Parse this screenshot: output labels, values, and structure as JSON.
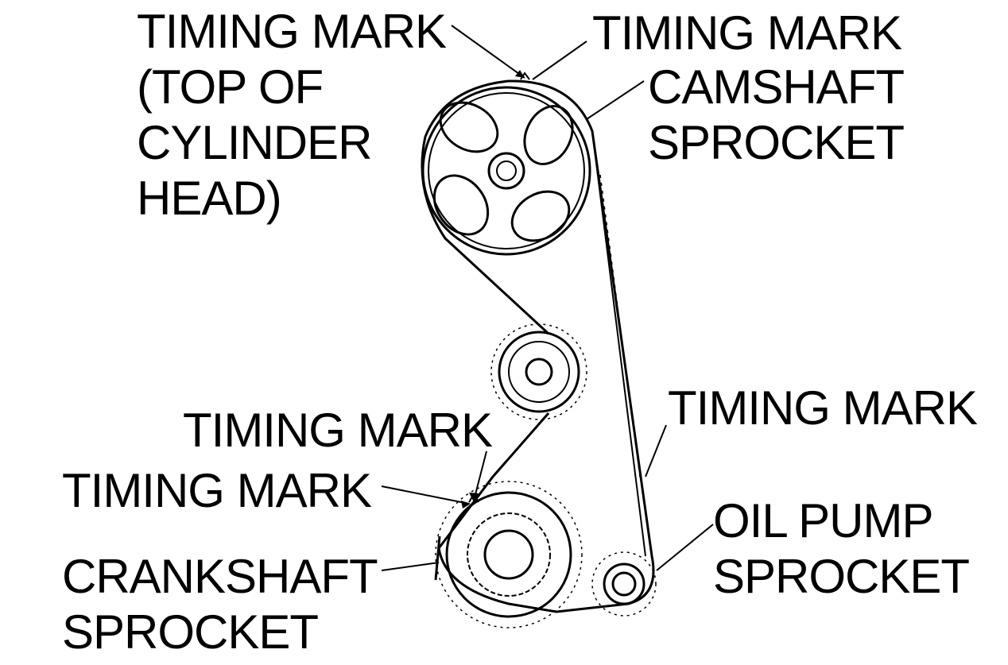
{
  "labels": {
    "timing_mark_head_1": "TIMING MARK",
    "timing_mark_head_2": "(TOP OF",
    "timing_mark_head_3": "CYLINDER",
    "timing_mark_head_4": "HEAD)",
    "timing_mark_cam": "TIMING MARK",
    "camshaft_1": "CAMSHAFT",
    "camshaft_2": "SPROCKET",
    "timing_mark_oil": "TIMING MARK",
    "timing_mark_crank_upper": "TIMING MARK",
    "timing_mark_crank_lower": "TIMING MARK",
    "crankshaft_1": "CRANKSHAFT",
    "crankshaft_2": "SPROCKET",
    "oil_pump_1": "OIL PUMP",
    "oil_pump_2": "SPROCKET"
  },
  "colors": {
    "ink": "#000000",
    "background": "#ffffff"
  }
}
